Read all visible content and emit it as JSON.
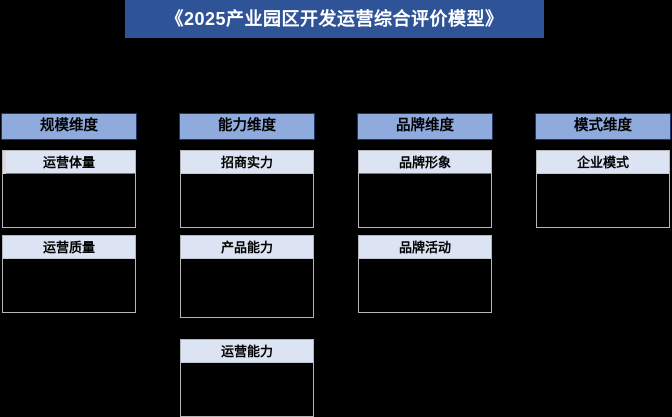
{
  "title": {
    "text": "《2025产业园区开发运营综合评价模型》",
    "background": "#2e5396",
    "color": "#ffffff"
  },
  "theme": {
    "canvas_background": "#000000",
    "dimension_header_fill": "#8faadd",
    "dimension_header_border": "#1f3864",
    "sub_header_fill": "#dce3f2",
    "sub_box_border": "#b6b6b6",
    "sub_box_body_fill": "#000000"
  },
  "columns": [
    {
      "id": "scale",
      "header": "规模维度",
      "items": [
        {
          "label": "运营体量",
          "body": ""
        },
        {
          "label": "运营质量",
          "body": ""
        }
      ]
    },
    {
      "id": "capability",
      "header": "能力维度",
      "items": [
        {
          "label": "招商实力",
          "body": ""
        },
        {
          "label": "产品能力",
          "body": ""
        },
        {
          "label": "运营能力",
          "body": ""
        }
      ]
    },
    {
      "id": "brand",
      "header": "品牌维度",
      "items": [
        {
          "label": "品牌形象",
          "body": ""
        },
        {
          "label": "品牌活动",
          "body": ""
        }
      ]
    },
    {
      "id": "mode",
      "header": "模式维度",
      "items": [
        {
          "label": "企业模式",
          "body": ""
        }
      ]
    }
  ]
}
